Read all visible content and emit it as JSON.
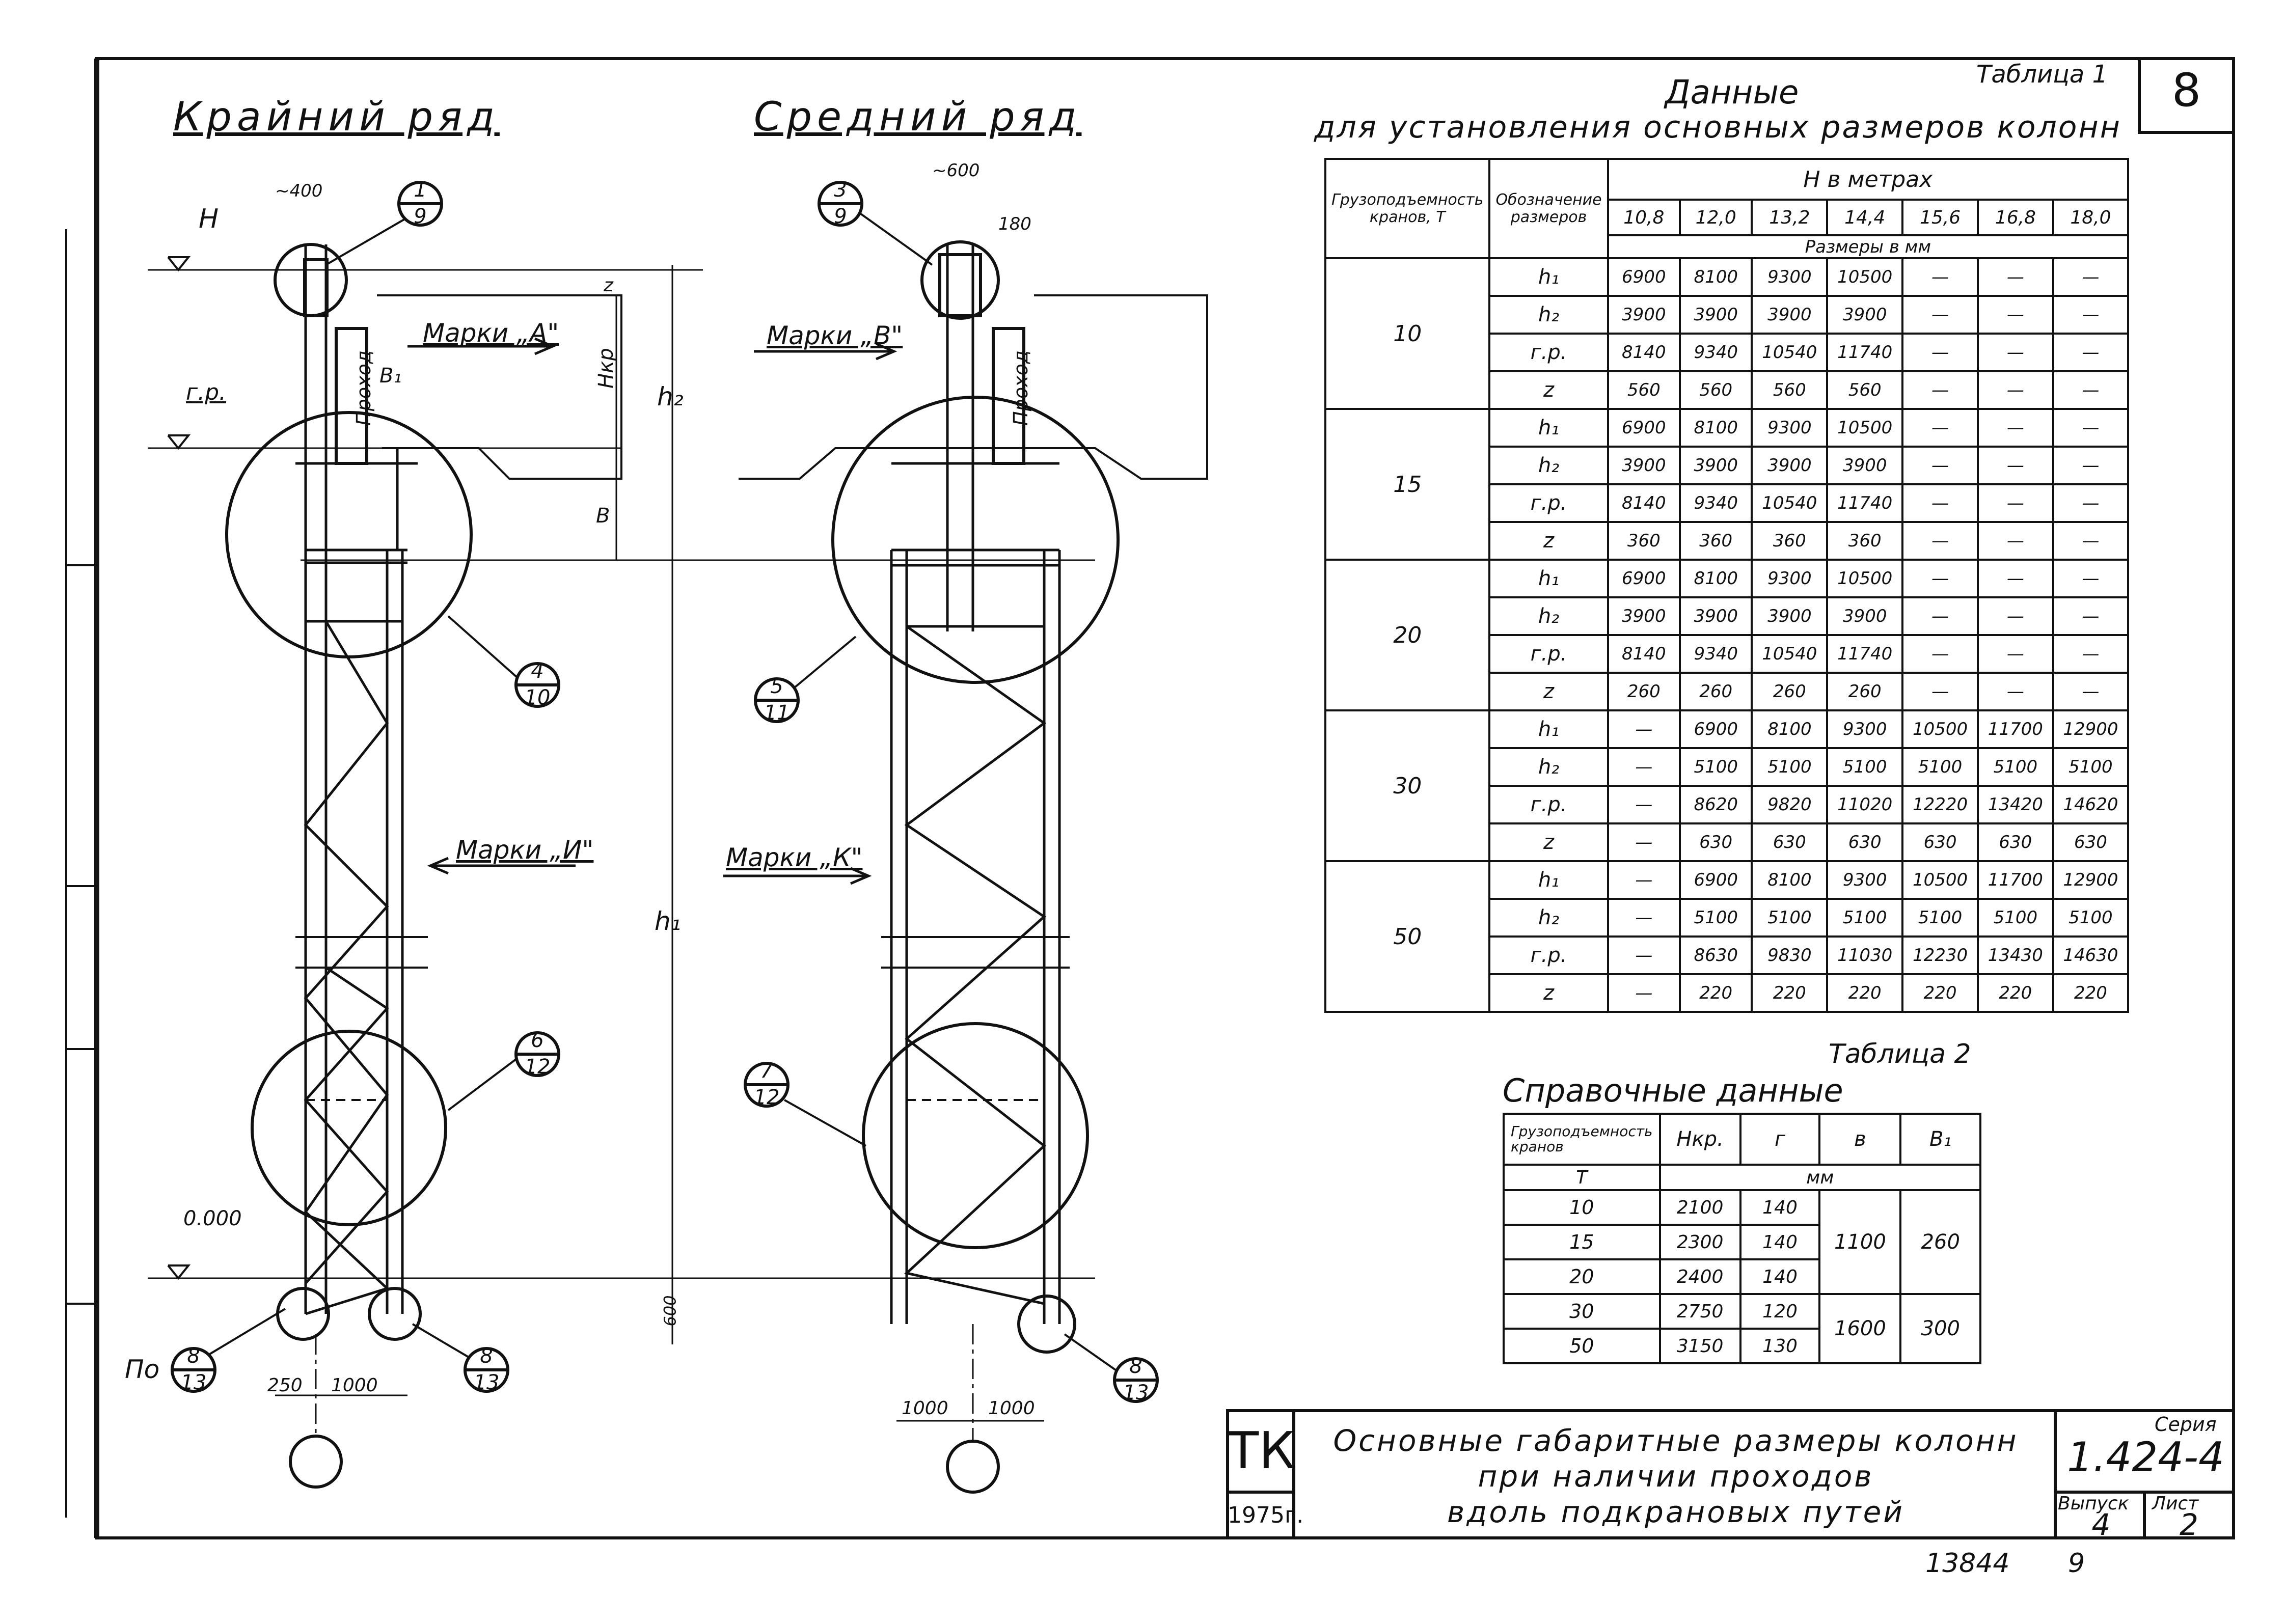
{
  "sheet_number": "8",
  "left_view": {
    "title": "Крайний ряд",
    "marks_top": "Марки „А\"",
    "marks_bottom": "Марки „И\"",
    "passage": "Проход",
    "level_H": "Н",
    "level_gr": "г.р.",
    "level_zero": "0.000",
    "dim_top": "~400",
    "dim_B1": "В₁",
    "dim_Hkr": "Нкр",
    "dim_B": "В",
    "dim_z": "z",
    "dim_250": "250",
    "dim_1000": "1000",
    "dim_600": "600",
    "label_po": "По",
    "h1": "h₁",
    "h2": "h₂",
    "callouts": [
      {
        "num": "1",
        "den": "9"
      },
      {
        "num": "4",
        "den": "10"
      },
      {
        "num": "6",
        "den": "12"
      },
      {
        "num": "8",
        "den": "13"
      },
      {
        "num": "8",
        "den": "13"
      }
    ]
  },
  "middle_view": {
    "title": "Средний ряд",
    "marks_top": "Марки „В\"",
    "marks_bottom": "Марки „К\"",
    "passage": "Проход",
    "dim_top": "~600",
    "dim_180": "180",
    "dim_1000_a": "1000",
    "dim_1000_b": "1000",
    "callouts": [
      {
        "num": "3",
        "den": "9"
      },
      {
        "num": "5",
        "den": "11"
      },
      {
        "num": "7",
        "den": "12"
      },
      {
        "num": "8",
        "den": "13"
      }
    ]
  },
  "table1": {
    "label": "Таблица 1",
    "title": "Данные",
    "subtitle": "для установления основных размеров колонн",
    "col_capacity": "Грузоподъемность кранов, Т",
    "col_designation": "Обозначение размеров",
    "h_header": "Н в метрах",
    "heights": [
      "10,8",
      "12,0",
      "13,2",
      "14,4",
      "15,6",
      "16,8",
      "18,0"
    ],
    "units_row": "Размеры в мм",
    "groups": [
      {
        "capacity": "10",
        "rows": [
          {
            "name": "h₁",
            "values": [
              "6900",
              "8100",
              "9300",
              "10500",
              "—",
              "—",
              "—"
            ]
          },
          {
            "name": "h₂",
            "values": [
              "3900",
              "3900",
              "3900",
              "3900",
              "—",
              "—",
              "—"
            ]
          },
          {
            "name": "г.р.",
            "values": [
              "8140",
              "9340",
              "10540",
              "11740",
              "—",
              "—",
              "—"
            ]
          },
          {
            "name": "z",
            "values": [
              "560",
              "560",
              "560",
              "560",
              "—",
              "—",
              "—"
            ]
          }
        ]
      },
      {
        "capacity": "15",
        "rows": [
          {
            "name": "h₁",
            "values": [
              "6900",
              "8100",
              "9300",
              "10500",
              "—",
              "—",
              "—"
            ]
          },
          {
            "name": "h₂",
            "values": [
              "3900",
              "3900",
              "3900",
              "3900",
              "—",
              "—",
              "—"
            ]
          },
          {
            "name": "г.р.",
            "values": [
              "8140",
              "9340",
              "10540",
              "11740",
              "—",
              "—",
              "—"
            ]
          },
          {
            "name": "z",
            "values": [
              "360",
              "360",
              "360",
              "360",
              "—",
              "—",
              "—"
            ]
          }
        ]
      },
      {
        "capacity": "20",
        "rows": [
          {
            "name": "h₁",
            "values": [
              "6900",
              "8100",
              "9300",
              "10500",
              "—",
              "—",
              "—"
            ]
          },
          {
            "name": "h₂",
            "values": [
              "3900",
              "3900",
              "3900",
              "3900",
              "—",
              "—",
              "—"
            ]
          },
          {
            "name": "г.р.",
            "values": [
              "8140",
              "9340",
              "10540",
              "11740",
              "—",
              "—",
              "—"
            ]
          },
          {
            "name": "z",
            "values": [
              "260",
              "260",
              "260",
              "260",
              "—",
              "—",
              "—"
            ]
          }
        ]
      },
      {
        "capacity": "30",
        "rows": [
          {
            "name": "h₁",
            "values": [
              "—",
              "6900",
              "8100",
              "9300",
              "10500",
              "11700",
              "12900"
            ]
          },
          {
            "name": "h₂",
            "values": [
              "—",
              "5100",
              "5100",
              "5100",
              "5100",
              "5100",
              "5100"
            ]
          },
          {
            "name": "г.р.",
            "values": [
              "—",
              "8620",
              "9820",
              "11020",
              "12220",
              "13420",
              "14620"
            ]
          },
          {
            "name": "z",
            "values": [
              "—",
              "630",
              "630",
              "630",
              "630",
              "630",
              "630"
            ]
          }
        ]
      },
      {
        "capacity": "50",
        "rows": [
          {
            "name": "h₁",
            "values": [
              "—",
              "6900",
              "8100",
              "9300",
              "10500",
              "11700",
              "12900"
            ]
          },
          {
            "name": "h₂",
            "values": [
              "—",
              "5100",
              "5100",
              "5100",
              "5100",
              "5100",
              "5100"
            ]
          },
          {
            "name": "г.р.",
            "values": [
              "—",
              "8630",
              "9830",
              "11030",
              "12230",
              "13430",
              "14630"
            ]
          },
          {
            "name": "z",
            "values": [
              "—",
              "220",
              "220",
              "220",
              "220",
              "220",
              "220"
            ]
          }
        ]
      }
    ]
  },
  "table2": {
    "label": "Таблица 2",
    "title": "Справочные данные",
    "col_capacity": "Грузоподъемность кранов",
    "cols": [
      "Нкр.",
      "г",
      "в",
      "В₁"
    ],
    "unit_T": "Т",
    "unit_mm": "мм",
    "rows": [
      {
        "cap": "10",
        "hkr": "2100",
        "g": "140"
      },
      {
        "cap": "15",
        "hkr": "2300",
        "g": "140"
      },
      {
        "cap": "20",
        "hkr": "2400",
        "g": "140"
      },
      {
        "cap": "30",
        "hkr": "2750",
        "g": "120"
      },
      {
        "cap": "50",
        "hkr": "3150",
        "g": "130"
      }
    ],
    "merged_b_1": "1100",
    "merged_B1_1": "260",
    "merged_b_2": "1600",
    "merged_B1_2": "300"
  },
  "title_block": {
    "org": "ТК",
    "year": "1975г.",
    "title_line1": "Основные габаритные размеры колонн",
    "title_line2": "при наличии проходов",
    "title_line3": "вдоль подкрановых путей",
    "series_label": "Серия",
    "series": "1.424-4",
    "issue_label": "Выпуск",
    "issue": "4",
    "sheet_label": "Лист",
    "sheet": "2"
  },
  "footer_numbers": {
    "inv": "13844",
    "page": "9"
  }
}
